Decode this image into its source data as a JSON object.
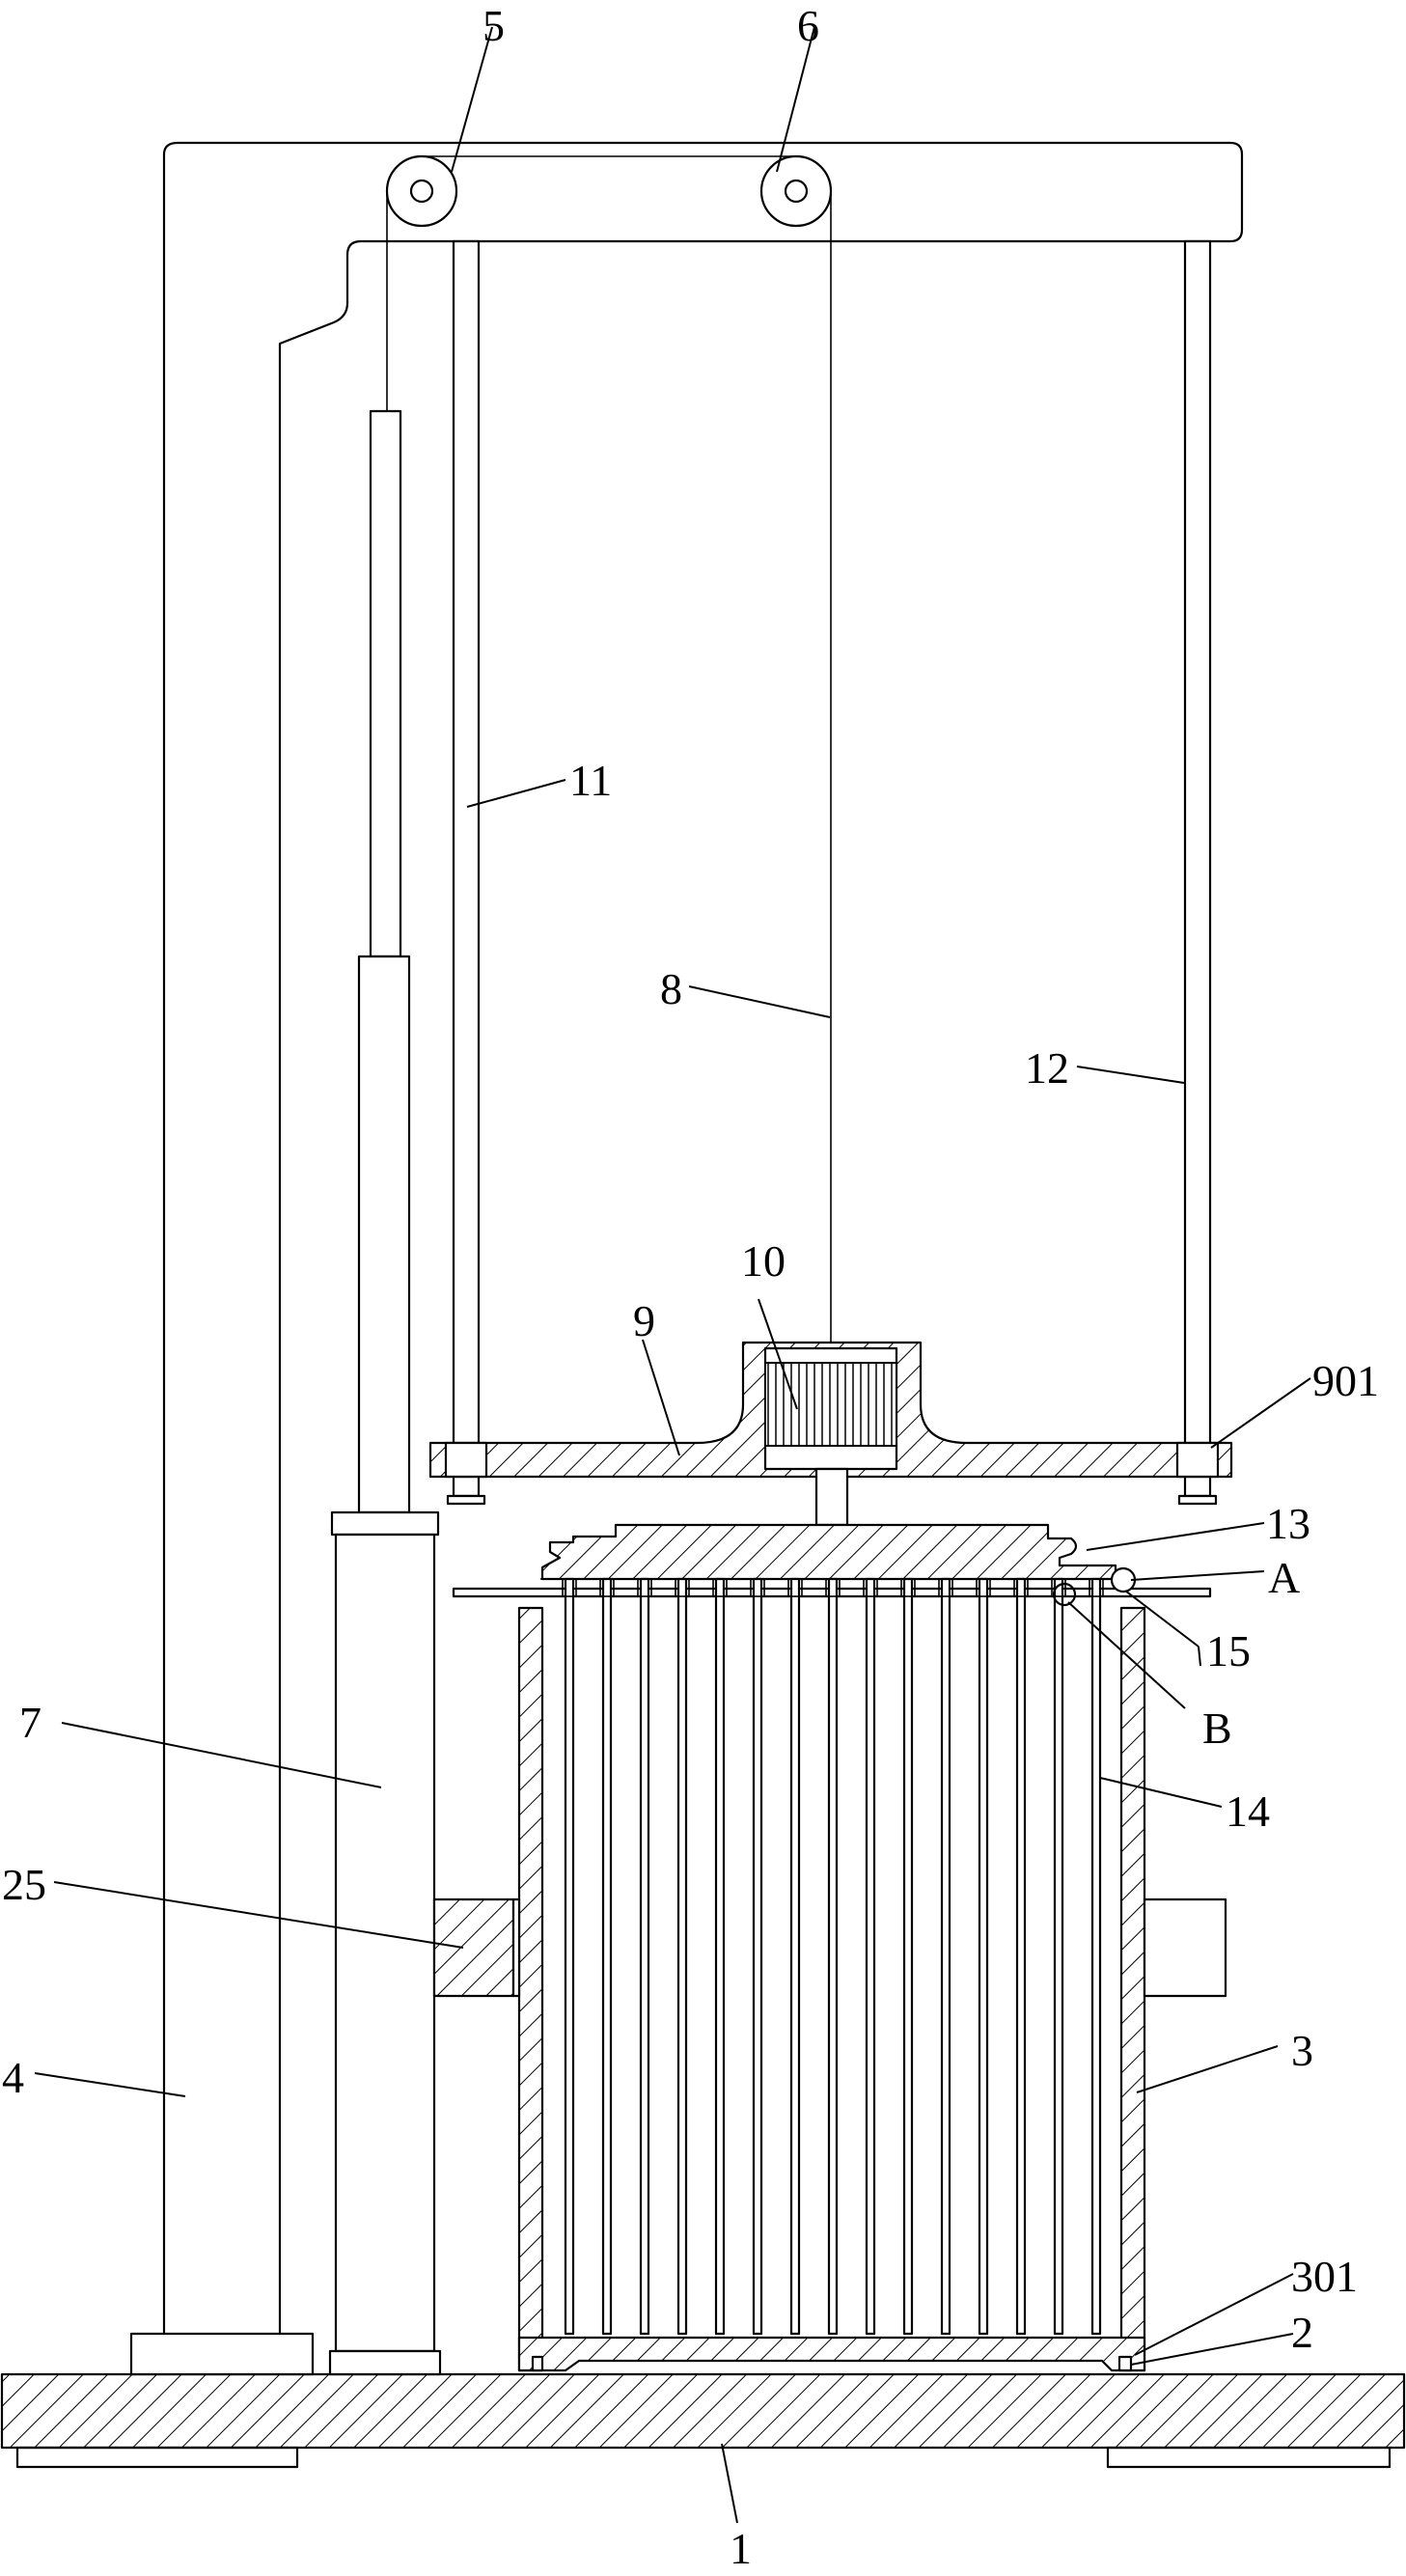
{
  "figure": {
    "labels": [
      {
        "id": "l5",
        "text": "5"
      },
      {
        "id": "l6",
        "text": "6"
      },
      {
        "id": "l11",
        "text": "11"
      },
      {
        "id": "l8",
        "text": "8"
      },
      {
        "id": "l12",
        "text": "12"
      },
      {
        "id": "l10",
        "text": "10"
      },
      {
        "id": "l9",
        "text": "9"
      },
      {
        "id": "l901",
        "text": "901"
      },
      {
        "id": "l13",
        "text": "13"
      },
      {
        "id": "lA",
        "text": "A"
      },
      {
        "id": "l15",
        "text": "15"
      },
      {
        "id": "lB",
        "text": "B"
      },
      {
        "id": "l7",
        "text": "7"
      },
      {
        "id": "l14",
        "text": "14"
      },
      {
        "id": "l25",
        "text": "25"
      },
      {
        "id": "l3",
        "text": "3"
      },
      {
        "id": "l4",
        "text": "4"
      },
      {
        "id": "l301",
        "text": "301"
      },
      {
        "id": "l2",
        "text": "2"
      },
      {
        "id": "l1",
        "text": "1"
      }
    ]
  }
}
